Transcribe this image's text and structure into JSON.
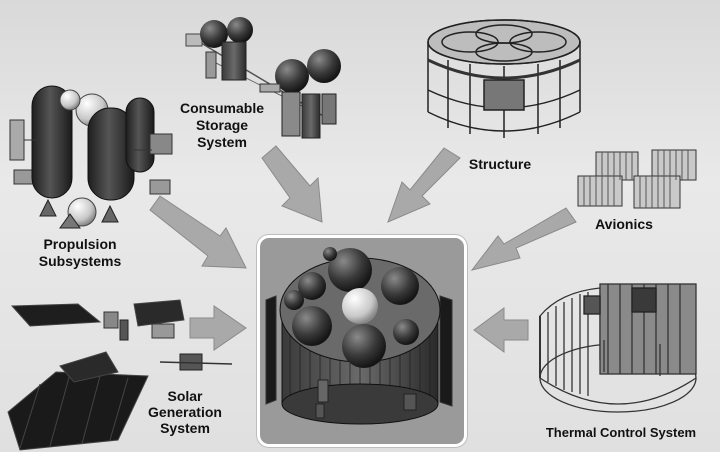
{
  "labels": {
    "consumable": [
      "Consumable",
      "Storage",
      "System"
    ],
    "structure": "Structure",
    "avionics": "Avionics",
    "propulsion": [
      "Propulsion",
      "Subsystems"
    ],
    "solar": [
      "Solar",
      "Generation",
      "System"
    ],
    "thermal": "Thermal Control System"
  },
  "colors": {
    "background": "#e2e2e2",
    "arrow_fill": "#a9a9a9",
    "panel_fill": "#9a9a9a",
    "panel_border": "#ffffff",
    "hardware_dark": "#2a2a2a"
  }
}
